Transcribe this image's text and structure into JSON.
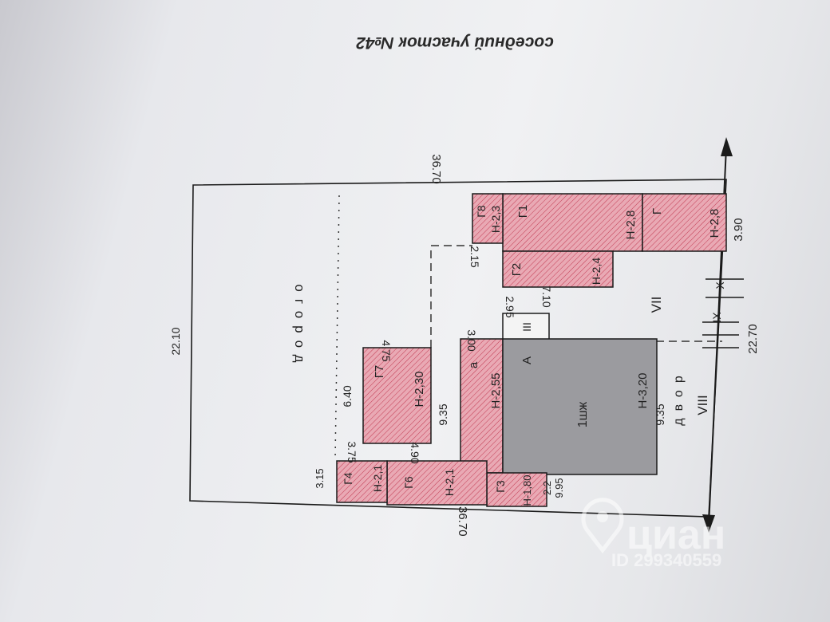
{
  "header": {
    "neighbor_label": "соседний участок №42"
  },
  "colors": {
    "building": "#e9a9b4",
    "hatch": "#c23a52",
    "house": "#9b9b9f",
    "line": "#1b1b1b"
  },
  "dims": {
    "top_length": "36.70",
    "bottom_length": "36.70",
    "left_width": "22.10",
    "right_width": "22.70",
    "right_first": "3.90",
    "g8_gap": "2.15",
    "g2_len": "7.10",
    "iii_a": "2.95",
    "iii_b": "3.00",
    "g7_gap": "4.75",
    "g7_len": "6.40",
    "g7_w": "3.75",
    "g6_gap": "4.90",
    "house_len": "9.35",
    "house_len2": "9.35",
    "g4_w": "3.15",
    "g3_a": "9.95",
    "g3_b": "2.2"
  },
  "areas": {
    "garden": "огород",
    "yard": "двор",
    "vii": "VII",
    "viii": "VIII",
    "ix": "IX",
    "x": "X"
  },
  "buildings": [
    {
      "code": "Г1",
      "h": "Н-2,8"
    },
    {
      "code": "Г",
      "h": "Н-2,8"
    },
    {
      "code": "Г8",
      "h": "Н-2,3"
    },
    {
      "code": "Г2",
      "h": "Н-2,4"
    },
    {
      "code": "III",
      "h": ""
    },
    {
      "code": "А",
      "h": ""
    },
    {
      "code": "1шж",
      "h": "Н-3,20"
    },
    {
      "code": "а",
      "h": "Н-2,55"
    },
    {
      "code": "Г7",
      "h": "Н-2,30"
    },
    {
      "code": "Г3",
      "h": "Н-1,80"
    },
    {
      "code": "Г6",
      "h": "Н-2,1"
    },
    {
      "code": "Г4",
      "h": "Н-2,1"
    }
  ],
  "watermark": {
    "brand": "циан",
    "id": "ID 299340559"
  }
}
